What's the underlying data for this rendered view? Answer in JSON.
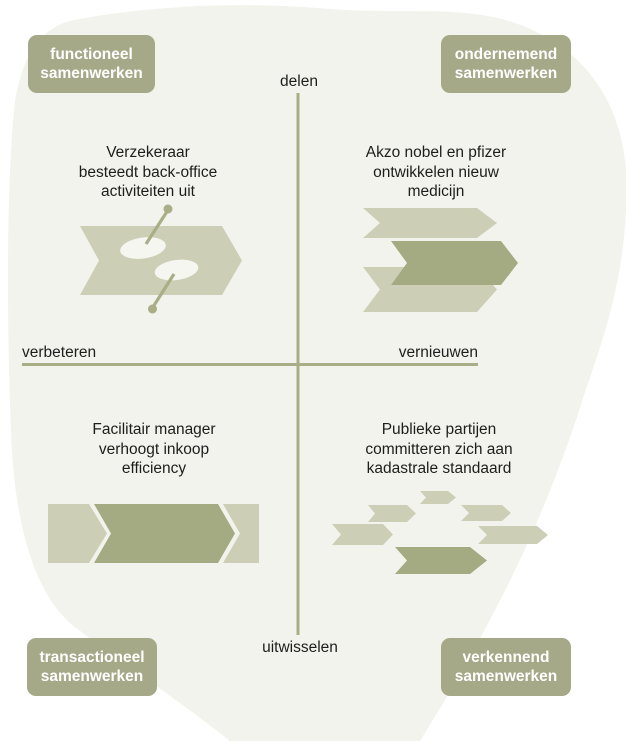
{
  "axes": {
    "top": "delen",
    "bottom": "uitwisselen",
    "left": "verbeteren",
    "right": "vernieuwen"
  },
  "badges": {
    "top_left": {
      "lines": [
        "functioneel",
        "samenwerken"
      ]
    },
    "top_right": {
      "lines": [
        "ondernemend",
        "samenwerken"
      ]
    },
    "bottom_left": {
      "lines": [
        "transactioneel",
        "samenwerken"
      ]
    },
    "bottom_right": {
      "lines": [
        "verkennend",
        "samenwerken"
      ]
    }
  },
  "quadrants": {
    "top_left": {
      "caption": [
        "Verzekeraar",
        "besteedt back-office",
        "activiteiten uit"
      ]
    },
    "top_right": {
      "caption": [
        "Akzo nobel en pfizer",
        "ontwikkelen nieuw",
        "medicijn"
      ]
    },
    "bottom_left": {
      "caption": [
        "Facilitair manager",
        "verhoogt inkoop",
        "efficiency"
      ]
    },
    "bottom_right": {
      "caption": [
        "Publieke partijen",
        "committeren zich aan",
        "kadastrale standaard"
      ]
    }
  },
  "colors": {
    "background_blob": "#f3f3ed",
    "shape_light": "#cccfb5",
    "shape_dark": "#a4aa82",
    "badge": "#a5a987",
    "badge_text": "#ffffff",
    "axis_line": "#a9ae86",
    "cutout": "#f6f6f1",
    "text": "#1d1d1b"
  }
}
